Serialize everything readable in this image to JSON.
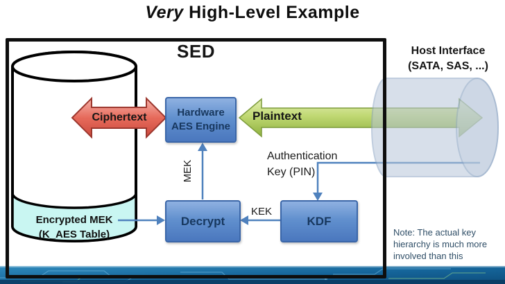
{
  "slide": {
    "title_italic": "Very",
    "title_rest": " High-Level Example"
  },
  "sed_box": {
    "label": "SED"
  },
  "host": {
    "line1": "Host Interface",
    "line2": "(SATA, SAS, ...)"
  },
  "flows": {
    "ciphertext": "Ciphertext",
    "plaintext": "Plaintext",
    "mek": "MEK",
    "kek": "KEK",
    "auth_line1": "Authentication",
    "auth_line2": "Key (PIN)"
  },
  "components": {
    "aes_line1": "Hardware",
    "aes_line2": "AES Engine",
    "decrypt": "Decrypt",
    "kdf": "KDF",
    "storage_line1": "Encrypted MEK",
    "storage_line2": "(K_AES Table)"
  },
  "note": {
    "line1": "Note: The actual key",
    "line2": "hierarchy is much more",
    "line3": "involved than this"
  },
  "colors": {
    "accent_blue": "#4F81BD",
    "arrow_red": "#C0504D",
    "arrow_green": "#9BBB59",
    "storage_cyan": "#C9F6F2",
    "band_blue": "#15639A"
  }
}
